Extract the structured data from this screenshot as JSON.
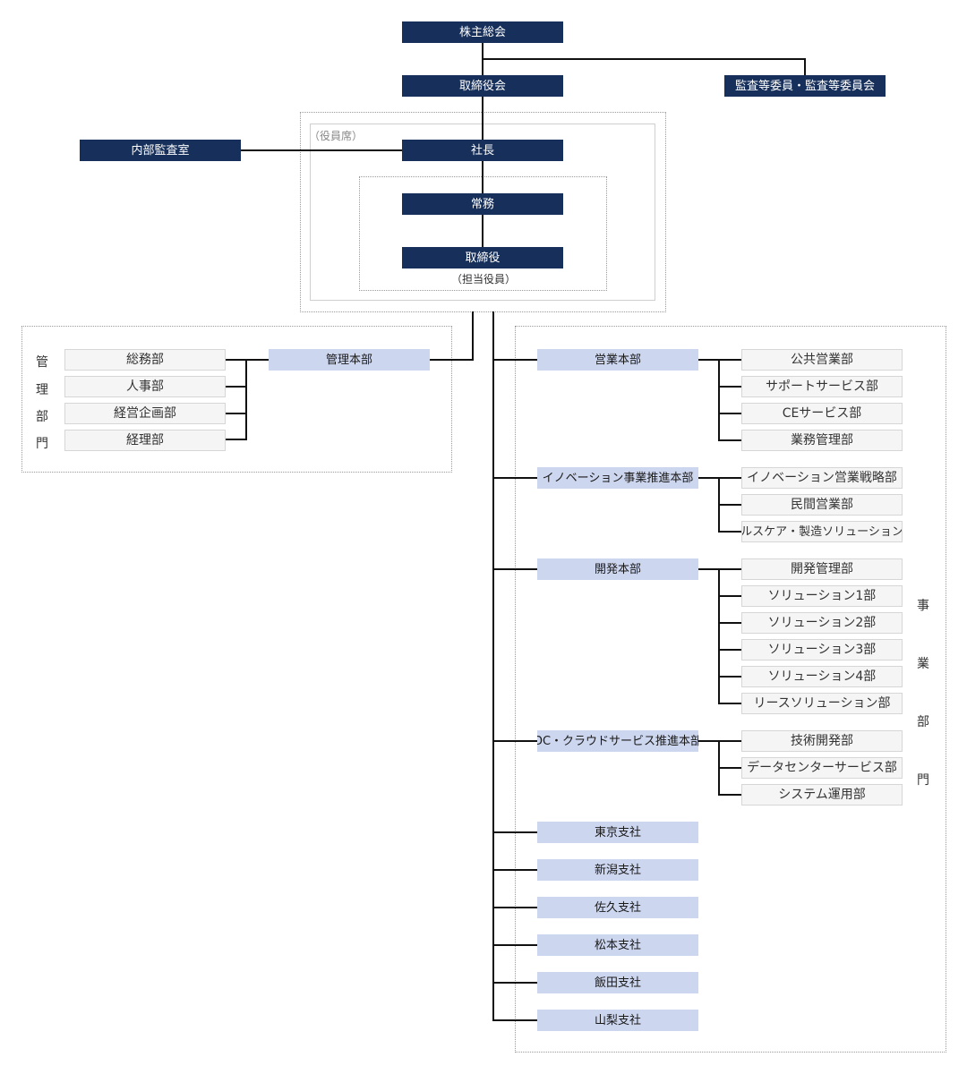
{
  "top": {
    "shareholders": "株主総会",
    "board": "取締役会",
    "audit_committee": "監査等委員・監査等委員会",
    "internal_audit": "内部監査室",
    "president": "社長",
    "managing": "常務",
    "directors": "取締役",
    "directors_note": "（担当役員）",
    "officers_label": "（役員席）"
  },
  "admin": {
    "section_label": [
      "管",
      "理",
      "部",
      "門"
    ],
    "hq": "管理本部",
    "departments": [
      "総務部",
      "人事部",
      "経営企画部",
      "経理部"
    ]
  },
  "business": {
    "section_label": [
      "事",
      "業",
      "部",
      "門"
    ],
    "divisions": [
      {
        "name": "営業本部",
        "departments": [
          "公共営業部",
          "サポートサービス部",
          "CEサービス部",
          "業務管理部"
        ]
      },
      {
        "name": "イノベーション事業推進本部",
        "departments": [
          "イノベーション営業戦略部",
          "民間営業部",
          "ヘルスケア・製造ソリューション部"
        ]
      },
      {
        "name": "開発本部",
        "departments": [
          "開発管理部",
          "ソリューション1部",
          "ソリューション2部",
          "ソリューション3部",
          "ソリューション4部",
          "リースソリューション部"
        ]
      },
      {
        "name": "DC・クラウドサービス推進本部",
        "departments": [
          "技術開発部",
          "データセンターサービス部",
          "システム運用部"
        ]
      }
    ],
    "branches": [
      "東京支社",
      "新潟支社",
      "佐久支社",
      "松本支社",
      "飯田支社",
      "山梨支社"
    ]
  },
  "colors": {
    "executive_box": "#17305b",
    "division_box": "#cdd6ef",
    "department_box": "#f5f5f5",
    "line": "#111111"
  }
}
